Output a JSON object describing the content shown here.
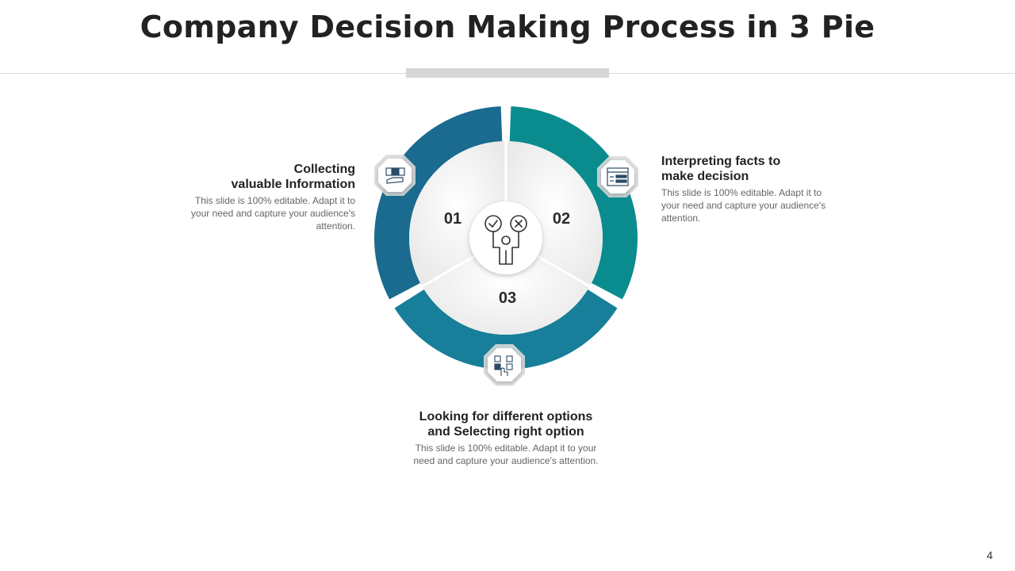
{
  "slide": {
    "title": "Company Decision Making Process in 3 Pie",
    "page_number": "4"
  },
  "diagram": {
    "colors": {
      "segment_1": "#1a6b8f",
      "segment_2": "#0a8c8f",
      "segment_3": "#177f99",
      "inner_light": "#f2f2f2"
    },
    "center_icon": "decision-person-check-cross-icon",
    "segments": [
      {
        "number": "01",
        "icon": "documents-hand-icon",
        "heading_line1": "Collecting",
        "heading_line2": "valuable Information",
        "body": "This slide is 100% editable. Adapt it to your need and capture your audience's attention."
      },
      {
        "number": "02",
        "icon": "browser-window-icon",
        "heading_line1": "Interpreting facts to",
        "heading_line2": "make decision",
        "body": "This slide is 100% editable. Adapt it to your need and capture your audience's attention."
      },
      {
        "number": "03",
        "icon": "options-grid-hand-icon",
        "heading_line1": "Looking for different options",
        "heading_line2": "and Selecting right option",
        "body": "This slide is 100% editable. Adapt it to your need and capture your audience's attention."
      }
    ]
  }
}
